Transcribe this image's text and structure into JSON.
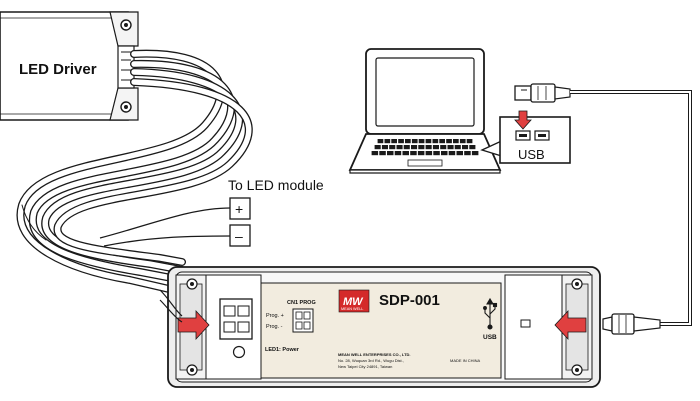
{
  "labels": {
    "led_driver": "LED Driver",
    "to_led_module": "To LED module",
    "plus": "+",
    "minus": "–",
    "usb_port": "USB",
    "usb_device": "USB"
  },
  "device": {
    "model": "SDP-001",
    "brand_logo": "MW",
    "brand_name": "MEAN WELL",
    "prog_label": "CN1 PROG",
    "prog_plus": "Prog. +",
    "prog_minus": "Prog. -",
    "led_label": "LED1: Power",
    "company_line1": "MEAN WELL ENTERPRISES CO., LTD.",
    "company_line2": "No. 28, Wuquan 3rd Rd., Wugu Dist.,",
    "company_line3": "New Taipei City 24891, Taiwan",
    "made_in": "MADE IN CHINA"
  },
  "colors": {
    "line": "#1a1a1a",
    "device_face": "#f2ecdf",
    "device_body": "#e9e9e9",
    "logo_red": "#d42a2a",
    "arrow_red": "#e04040"
  },
  "icons": {
    "laptop": "laptop-icon",
    "usb_plug": "usb-plug-icon",
    "usb_symbol": "usb-symbol-icon"
  }
}
